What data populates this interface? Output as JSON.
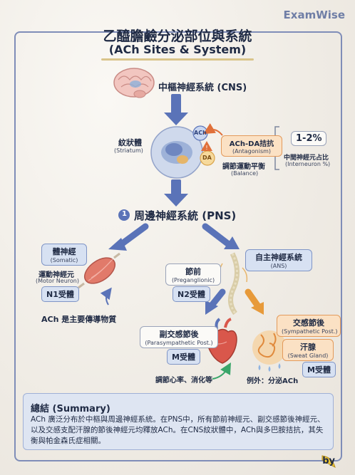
{
  "brand": "ExamWise",
  "title": "乙醯膽鹼分泌部位與系統",
  "subtitle": "(ACh Sites & System)",
  "cns": {
    "label": "中樞神經系統 (CNS)"
  },
  "striatum": {
    "label": "紋狀體",
    "sub": "(Striatum)"
  },
  "ach_node": "ACh",
  "da_node": "DA",
  "antagonism": {
    "label": "ACh-DA拮抗",
    "sub": "(Antagonism)"
  },
  "balance": {
    "label": "調節運動平衡",
    "sub": "(Balance)"
  },
  "interneuron": {
    "value": "1-2%",
    "label": "中間神經元占比",
    "sub": "(Interneuron %)"
  },
  "pns": {
    "number": "1",
    "label": "周邊神經系統 (PNS)"
  },
  "somatic": {
    "label": "體神經",
    "sub": "(Somatic)"
  },
  "motor_neuron": {
    "label": "運動神經元",
    "sub": "(Motor Neuron)"
  },
  "n1": "N1受體",
  "ach_main": "ACh 是主要傳導物質",
  "ans": {
    "label": "自主神經系統",
    "sub": "(ANS)"
  },
  "preganglionic": {
    "label": "節前",
    "sub": "(Preganglionic)"
  },
  "n2": "N2受體",
  "para": {
    "label": "副交感節後",
    "sub": "(Parasympathetic Post.)"
  },
  "m_left": "M受體",
  "heart_note": "調節心率、消化等",
  "sympathetic": {
    "label": "交感節後",
    "sub": "(Sympathetic Post.)"
  },
  "sweat": {
    "label": "汗腺",
    "sub": "(Sweat Gland)"
  },
  "m_right": "M受體",
  "exception": "例外：分泌ACh",
  "summary": {
    "title": "總結 (Summary)",
    "body": "ACh 廣泛分布於中樞與周邊神經系統。在PNS中，所有節前神經元、副交感節後神經元、以及交感支配汗腺的節後神經元均釋放ACh。在CNS紋狀體中，ACh與多巴胺拮抗，其失衡與帕金森氏症相關。"
  },
  "byline": "by",
  "colors": {
    "blue_arrow": "#5a73b8",
    "orange_arrow": "#e79a3a",
    "frame": "#7f8db8",
    "accent_orange": "#e0703a"
  },
  "icons": [
    "brain-icon",
    "midbrain-icon",
    "muscle-icon",
    "spine-icon",
    "heart-icon",
    "sweat-gland-icon",
    "banana-icon",
    "warning-icon"
  ]
}
